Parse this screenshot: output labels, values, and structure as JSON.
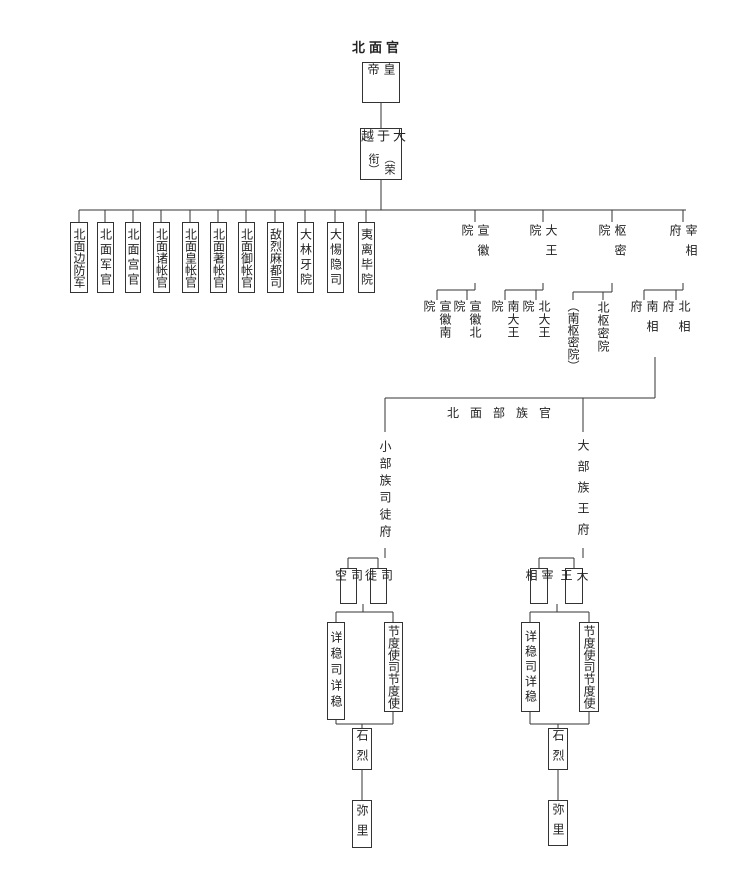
{
  "title": "北面官",
  "emperor": "皇帝",
  "yuyue": {
    "main": "大于越",
    "note": "（荣衔）"
  },
  "left_offices": [
    "北面边防军",
    "北面军官",
    "北面宫官",
    "北面诸帐官",
    "北面皇帐官",
    "北面著帐官",
    "北面御帐官",
    "敌烈麻都司",
    "大林牙院",
    "大惕隐司",
    "夷离毕院"
  ],
  "right_offices": [
    {
      "name": "宣徽院",
      "subs": [
        "宣徽南院",
        "宣徽北院"
      ]
    },
    {
      "name": "大王院",
      "subs": [
        "南大王院",
        "北大王院"
      ]
    },
    {
      "name": "枢密院",
      "subs": [
        "（南枢密院）",
        "北枢密院"
      ]
    },
    {
      "name": "宰相府",
      "subs": [
        "南相府",
        "北相府"
      ]
    }
  ],
  "tribal": {
    "label": "北面部族官",
    "small": {
      "name": "小部族司徒府",
      "officials": [
        "司空",
        "司徒"
      ],
      "subs": [
        "详稳司详稳",
        "节度使司节度使"
      ],
      "shilie": "石烈",
      "mili": "弥里"
    },
    "large": {
      "name": "大部族王府",
      "officials": [
        "宰相",
        "大王"
      ],
      "subs": [
        "详稳司详稳",
        "节度使司节度使"
      ],
      "shilie": "石烈",
      "mili": "弥里"
    }
  }
}
